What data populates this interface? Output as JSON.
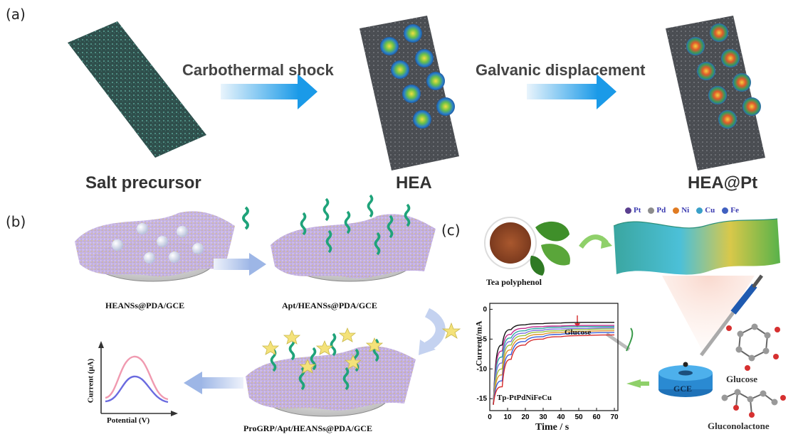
{
  "panels": {
    "a": "(a)",
    "b": "(b)",
    "c": "(c)"
  },
  "panel_a": {
    "arrow1": "Carbothermal shock",
    "arrow2": "Galvanic displacement",
    "stage1": "Salt precursor",
    "stage2": "HEA",
    "stage3": "HEA@Pt"
  },
  "panel_b": {
    "step1": "HEANSs@PDA/GCE",
    "step2": "Apt/HEANSs@PDA/GCE",
    "step3": "ProGRP/Apt/HEANSs@PDA/GCE",
    "plot_xlabel": "Potential (V)",
    "plot_ylabel": "Current (μA)"
  },
  "panel_c": {
    "legend": [
      "Pt",
      "Pd",
      "Ni",
      "Cu",
      "Fe"
    ],
    "legend_colors": [
      "#5a3f8f",
      "#8c8c8c",
      "#e07b22",
      "#3aa0c8",
      "#4060c0"
    ],
    "tea": "Tea polyphenol",
    "glucose_label": "Glucose",
    "electrode": "GCE",
    "mol1": "Glucose",
    "mol2": "Gluconolactone",
    "chart_ylabel": "Current/mA",
    "chart_xlabel": "Time / s",
    "chart_inset": "Tp-PtPdNiFeCu",
    "glucose_inset": "Glucose",
    "xticks": [
      "0",
      "10",
      "20",
      "30",
      "40",
      "50",
      "60",
      "70"
    ],
    "yticks": [
      "0",
      "-5",
      "-10",
      "-15"
    ]
  },
  "chart_data": {
    "type": "line",
    "xlabel": "Time / s",
    "ylabel": "Current/mA",
    "xlim": [
      0,
      72
    ],
    "ylim": [
      -17,
      1
    ],
    "x_ticks": [
      0,
      10,
      20,
      30,
      40,
      50,
      60,
      70
    ],
    "y_ticks": [
      0,
      -5,
      -10,
      -15
    ],
    "annotation": "Tp-PtPdNiFeCu",
    "series": [
      {
        "color": "#111111",
        "values": [
          -16,
          -6,
          -3.4,
          -2.6,
          -2.4,
          -2.3,
          -2.2,
          -2.2
        ]
      },
      {
        "color": "#c02b8f",
        "values": [
          -16,
          -7,
          -4.2,
          -3.2,
          -2.9,
          -2.8,
          -2.7,
          -2.7
        ]
      },
      {
        "color": "#2aa7a0",
        "values": [
          -16,
          -8,
          -4.8,
          -3.6,
          -3.2,
          -3.0,
          -2.9,
          -2.9
        ]
      },
      {
        "color": "#7a6de0",
        "values": [
          -16,
          -9,
          -5.4,
          -4.0,
          -3.5,
          -3.3,
          -3.2,
          -3.1
        ]
      },
      {
        "color": "#9ac13a",
        "values": [
          -16,
          -10,
          -6.0,
          -4.4,
          -3.8,
          -3.6,
          -3.4,
          -3.3
        ]
      },
      {
        "color": "#e0912a",
        "values": [
          -16,
          -11,
          -6.8,
          -4.9,
          -4.2,
          -3.9,
          -3.7,
          -3.6
        ]
      },
      {
        "color": "#3a5fd8",
        "values": [
          -16,
          -12,
          -7.6,
          -5.4,
          -4.6,
          -4.2,
          -4.0,
          -3.9
        ]
      },
      {
        "color": "#d62a2a",
        "values": [
          -16,
          -13,
          -8.4,
          -6.0,
          -5.0,
          -4.6,
          -4.4,
          -4.3
        ]
      }
    ],
    "x": [
      2,
      7,
      12,
      20,
      30,
      40,
      55,
      70
    ]
  }
}
